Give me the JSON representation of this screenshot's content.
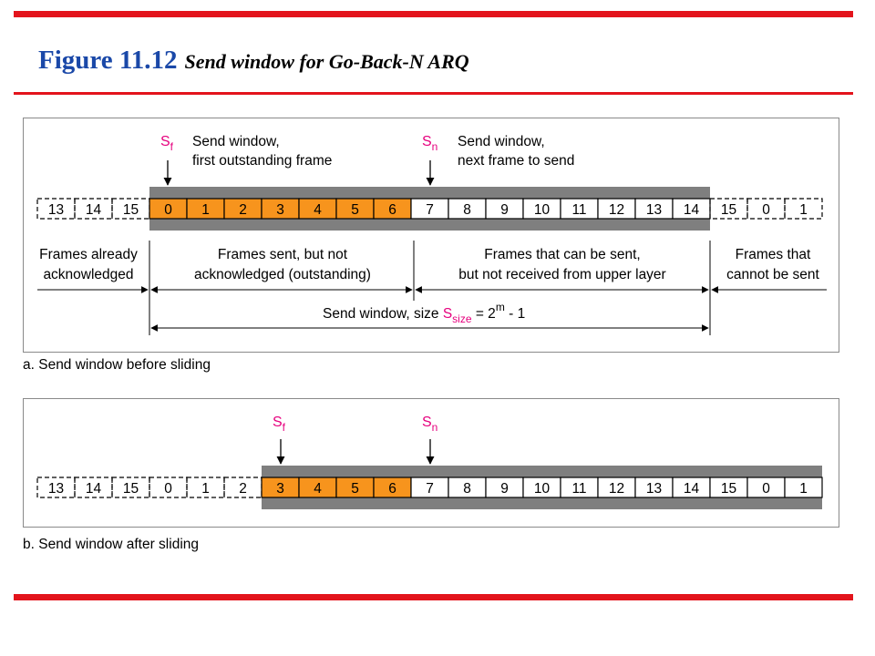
{
  "header": {
    "figure_number": "Figure 11.12",
    "caption": "Send window for Go-Back-N ARQ"
  },
  "colors": {
    "rule_red": "#e3141c",
    "title_blue": "#1a48a8",
    "outstanding_orange": "#f7941d",
    "window_gray": "#7f7f7f",
    "pointer_magenta": "#e6007e"
  },
  "panel_a": {
    "caption": "a. Send window before sliding",
    "frames": [
      "13",
      "14",
      "15",
      "0",
      "1",
      "2",
      "3",
      "4",
      "5",
      "6",
      "7",
      "8",
      "9",
      "10",
      "11",
      "12",
      "13",
      "14",
      "15",
      "0",
      "1"
    ],
    "frame_styles": [
      "dashed",
      "dashed",
      "dashed",
      "orange",
      "orange",
      "orange",
      "orange",
      "orange",
      "orange",
      "orange",
      "white",
      "white",
      "white",
      "white",
      "white",
      "white",
      "white",
      "white",
      "dashed",
      "dashed",
      "dashed"
    ],
    "sf_label": "S",
    "sf_sub": "f",
    "sf_text": [
      "Send window,",
      "first outstanding frame"
    ],
    "sn_label": "S",
    "sn_sub": "n",
    "sn_text": [
      "Send window,",
      "next frame to send"
    ],
    "region_labels": [
      [
        "Frames already",
        "acknowledged"
      ],
      [
        "Frames sent, but not",
        "acknowledged (outstanding)"
      ],
      [
        "Frames that can be sent,",
        "but not received from upper layer"
      ],
      [
        "Frames that",
        "cannot be sent"
      ]
    ],
    "size_text": "Send window, size ",
    "size_symbol": "S",
    "size_sub": "size",
    "size_formula_base": " = 2",
    "size_formula_exp": "m",
    "size_formula_tail": " - 1"
  },
  "panel_b": {
    "caption": "b. Send window after sliding",
    "frames": [
      "13",
      "14",
      "15",
      "0",
      "1",
      "2",
      "3",
      "4",
      "5",
      "6",
      "7",
      "8",
      "9",
      "10",
      "11",
      "12",
      "13",
      "14",
      "15",
      "0",
      "1"
    ],
    "frame_styles": [
      "dashed",
      "dashed",
      "dashed",
      "dashed",
      "dashed",
      "dashed",
      "orange",
      "orange",
      "orange",
      "orange",
      "white",
      "white",
      "white",
      "white",
      "white",
      "white",
      "white",
      "white",
      "white",
      "white",
      "white"
    ],
    "sf_label": "S",
    "sf_sub": "f",
    "sn_label": "S",
    "sn_sub": "n"
  }
}
